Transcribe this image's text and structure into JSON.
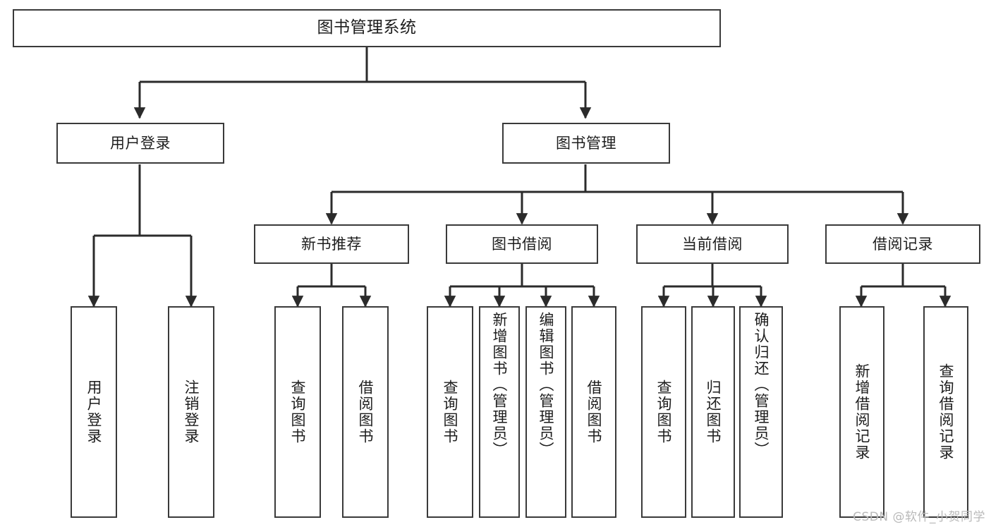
{
  "diagram": {
    "type": "tree",
    "title": "图书管理系统",
    "watermark": "CSDN @软件_小贺同学",
    "colors": {
      "box_border": "#3a3a3a",
      "box_fill": "#ffffff",
      "connector": "#2b2b2b",
      "text": "#1d1d1d",
      "watermark": "#b9b9b9"
    },
    "nodes": {
      "root": {
        "label": "图书管理系统"
      },
      "level2": [
        {
          "label": "用户登录"
        },
        {
          "label": "图书管理"
        }
      ],
      "level3": [
        {
          "label": "新书推荐"
        },
        {
          "label": "图书借阅"
        },
        {
          "label": "当前借阅"
        },
        {
          "label": "借阅记录"
        }
      ],
      "leaves": {
        "user_login": [
          {
            "label": "用户登录"
          },
          {
            "label": "注销登录"
          }
        ],
        "new_book": [
          {
            "label": "查询图书"
          },
          {
            "label": "借阅图书"
          }
        ],
        "book_borrow": [
          {
            "label": "查询图书"
          },
          {
            "label": "新增图书（管理员）"
          },
          {
            "label": "编辑图书（管理员）"
          },
          {
            "label": "借阅图书"
          }
        ],
        "current_borrow": [
          {
            "label": "查询图书"
          },
          {
            "label": "归还图书"
          },
          {
            "label": "确认归还（管理员）"
          }
        ],
        "borrow_record": [
          {
            "label": "新增借阅记录"
          },
          {
            "label": "查询借阅记录"
          }
        ]
      }
    }
  }
}
